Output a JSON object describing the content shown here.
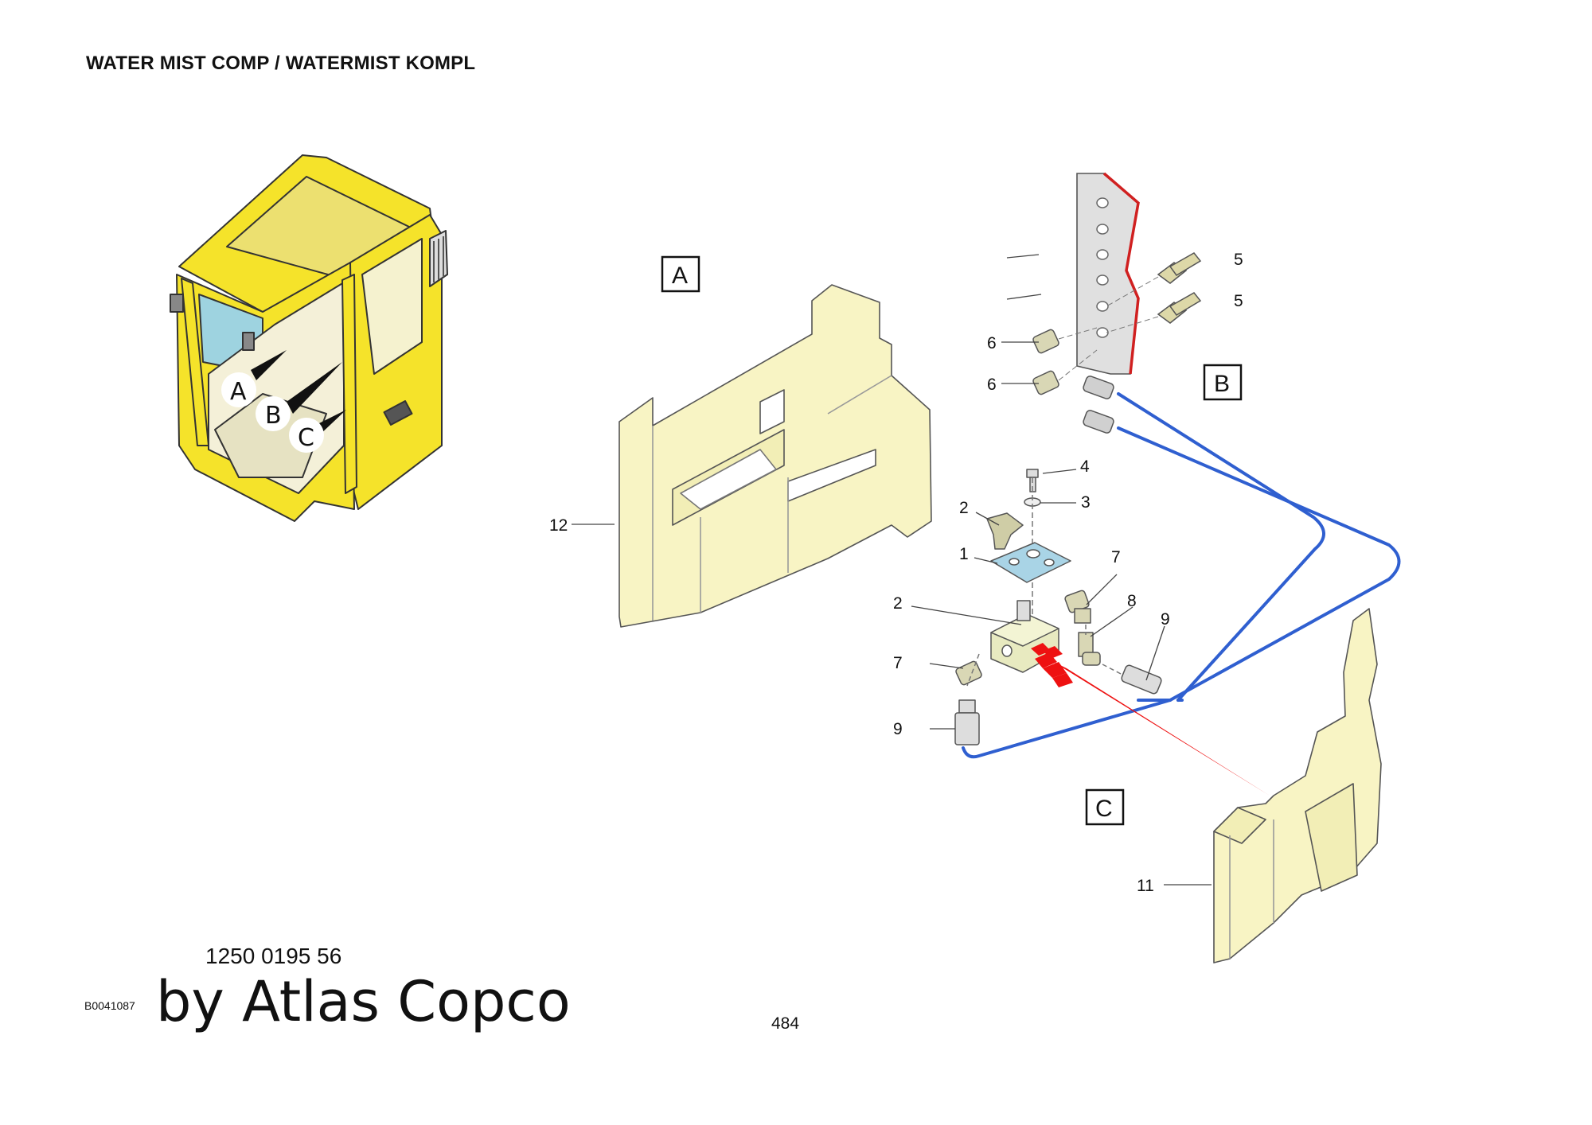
{
  "header": {
    "title": "WATER MIST COMP / WATERMIST KOMPL"
  },
  "detail_labels": [
    "A",
    "B",
    "C"
  ],
  "cab_labels": [
    "A",
    "B",
    "C"
  ],
  "callouts": {
    "c1": "1",
    "c2a": "2",
    "c2b": "2",
    "c3": "3",
    "c4": "4",
    "c5a": "5",
    "c5b": "5",
    "c6a": "6",
    "c6b": "6",
    "c7a": "7",
    "c7b": "7",
    "c8": "8",
    "c9a": "9",
    "c9b": "9",
    "c11": "11",
    "c12": "12"
  },
  "footer": {
    "part_number": "1250 0195 56",
    "drawing_number": "B0041087",
    "watermark": "by Atlas Copco",
    "page_number": "484"
  },
  "colors": {
    "cab": "#f5e32a",
    "panel": "#f8f4c4",
    "hose": "#2f5fd0",
    "bracket_edge": "#d02020",
    "plate": "#a9d4e6",
    "arrow": "#ee1111"
  },
  "icons": [
    "cab-illustration",
    "panel-a",
    "bracket-b",
    "panel-c",
    "hose-assembly"
  ]
}
